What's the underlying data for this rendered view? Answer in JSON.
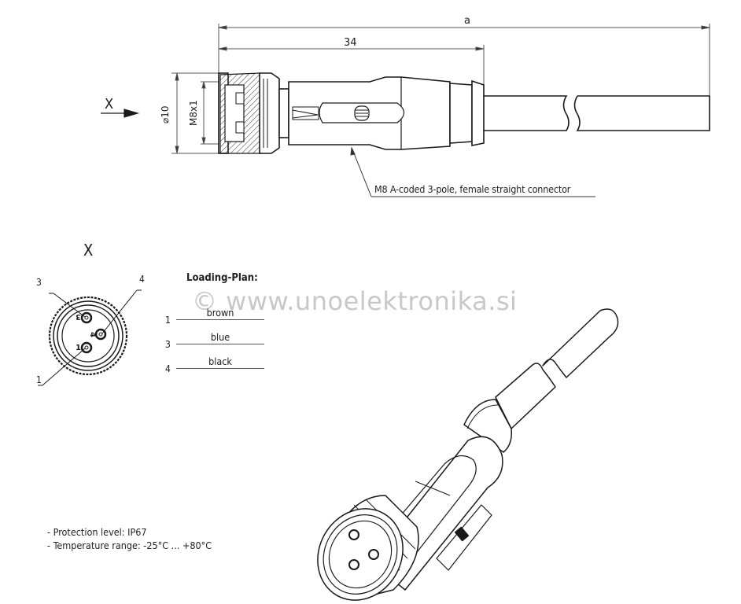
{
  "drawing": {
    "title": "M8 A-coded 3-pole, female straight connector",
    "view_marker": "X",
    "dimensions": {
      "overall_length": "a",
      "connector_length": "34",
      "outer_diameter": "⌀10",
      "thread": "M8x1"
    },
    "callout": "M8 A-coded 3-pole, female straight connector"
  },
  "view_x": {
    "label": "X",
    "pins": [
      {
        "number": "3"
      },
      {
        "number": "4"
      },
      {
        "number": "1"
      }
    ]
  },
  "loading_plan": {
    "title": "Loading-Plan:",
    "rows": [
      {
        "pin": "1",
        "color": "brown"
      },
      {
        "pin": "3",
        "color": "blue"
      },
      {
        "pin": "4",
        "color": "black"
      }
    ]
  },
  "notes": [
    "- Protection level: IP67",
    "- Temperature range: -25°C ... +80°C"
  ],
  "watermark": "© www.unoelektronika.si",
  "colors": {
    "line": "#1a1a1a",
    "dimension": "#555555",
    "watermark": "#c8c8c8",
    "background": "#ffffff"
  }
}
